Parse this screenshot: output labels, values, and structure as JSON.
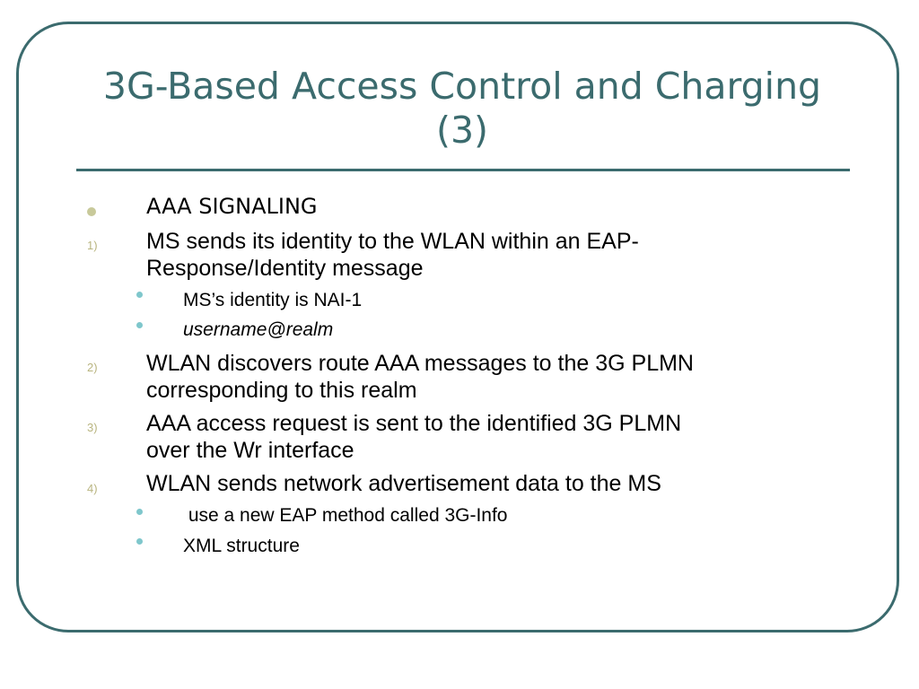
{
  "slide": {
    "title_line1": "3G-Based Access Control and Charging",
    "title_line2": "(3)",
    "heading": "AAA SIGNALING",
    "items": [
      {
        "number": "1)",
        "line1": "MS sends its identity to the WLAN within an EAP-",
        "line2": "Response/Identity message",
        "subs": [
          "MS’s identity is NAI-1",
          "username@realm"
        ]
      },
      {
        "number": "2)",
        "line1": "WLAN discovers route AAA messages to the 3G PLMN",
        "line2": "corresponding to this realm"
      },
      {
        "number": "3)",
        "line1": "AAA access request is sent to the identified 3G PLMN",
        "line2": "over the Wr interface"
      },
      {
        "number": "4)",
        "line1": "WLAN sends network advertisement data to the MS",
        "subs": [
          " use a new EAP method called 3G-Info",
          "XML structure"
        ]
      }
    ]
  },
  "colors": {
    "frame": "#3b6b6e",
    "title": "#3b6b6e",
    "bullet_primary": "#c8c99a",
    "bullet_secondary": "#7fc7cc"
  }
}
